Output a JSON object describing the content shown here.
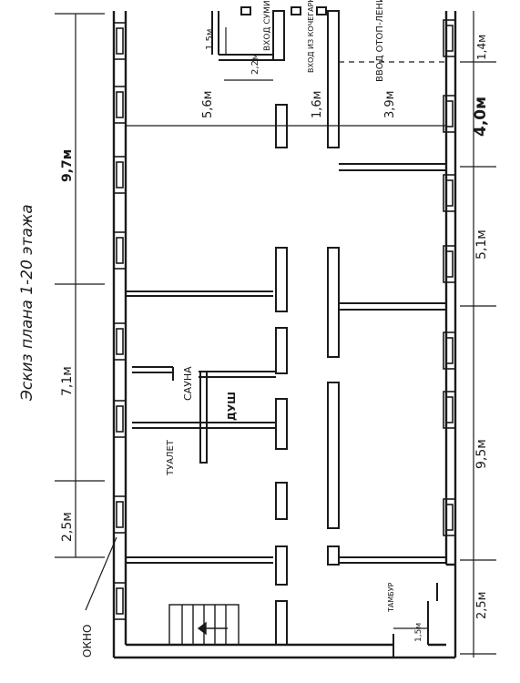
{
  "title": "Эскиз плана 1-20 этажа",
  "dimensions": {
    "left": [
      "9,7м",
      "7,1м",
      "2,5м"
    ],
    "right": [
      "1,4м",
      "4,0м",
      "5,1м",
      "9,5м",
      "2,5м"
    ],
    "top_rooms": [
      "5,6м",
      "1,6м",
      "3,9м"
    ],
    "small": [
      "1,5м",
      "2,2м"
    ],
    "tambour_width": "1,5м"
  },
  "labels": {
    "entrance_sumits": "ВХОД СУМИЦ",
    "entrance_kochegarki": "ВХОД ИЗ КОЧЕГАРКИ",
    "vvod_otopleniya": "ВВОД ОТОП-ЛЕНИЯ",
    "sauna": "САУНА",
    "dush": "ДУШ",
    "tualet": "ТУАЛЕТ",
    "tambour": "ТАМБУР",
    "window": "ОКНО"
  }
}
